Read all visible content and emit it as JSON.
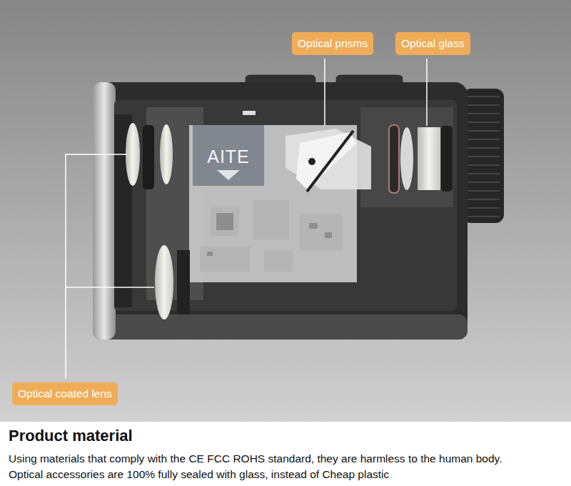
{
  "diagram": {
    "title": "Product material",
    "nodes": [
      {
        "text": [
          "Optical prisms"
        ]
      },
      {
        "text": [
          "Optical glass"
        ]
      },
      {
        "text": [
          "Optical coated lens"
        ]
      },
      {
        "text": [
          "AITE"
        ]
      }
    ],
    "labels": [
      "Using materials that comply with the CE FCC ROHS standard, they are harmless to the human body.",
      "Optical accessories are 100% fully sealed with glass, instead of Cheap plastic"
    ]
  }
}
